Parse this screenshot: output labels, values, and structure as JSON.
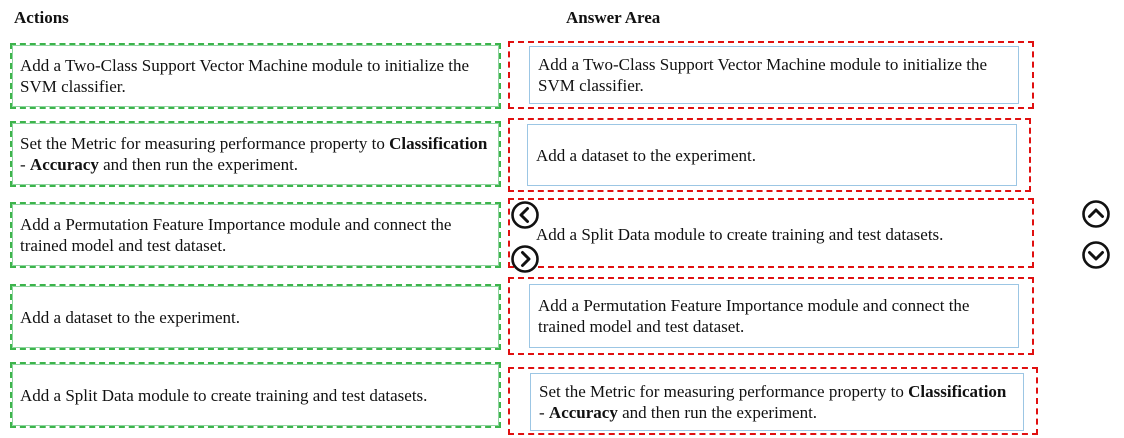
{
  "headings": {
    "actions": "Actions",
    "answer_area": "Answer Area"
  },
  "actions": [
    {
      "text": "Add a Two-Class Support Vector Machine module to initialize the SVM classifier."
    },
    {
      "pre": "Set the Metric for measuring performance property to ",
      "b1": "Classification",
      "mid": " - ",
      "b2": "Accuracy",
      "post": " and then run the experiment."
    },
    {
      "text": "Add a Permutation Feature Importance module and connect the trained model and test dataset."
    },
    {
      "text": "Add a dataset to the experiment."
    },
    {
      "text": "Add a Split Data module to create training and test datasets."
    }
  ],
  "answers": [
    {
      "text": "Add a Two-Class Support Vector Machine module to initialize the SVM classifier."
    },
    {
      "text": "Add a dataset to the experiment."
    },
    {
      "text": "Add a Split Data module to create training and test datasets."
    },
    {
      "text": "Add a Permutation Feature Importance module and connect the trained model and test dataset."
    },
    {
      "pre": "Set the Metric for measuring performance property to ",
      "b1": "Classification",
      "mid": " - ",
      "b2": "Accuracy",
      "post": " and then run the experiment."
    }
  ],
  "icons": {
    "move_left": "chevron-left-circle",
    "move_right": "chevron-right-circle",
    "move_up": "chevron-up-circle",
    "move_down": "chevron-down-circle"
  }
}
